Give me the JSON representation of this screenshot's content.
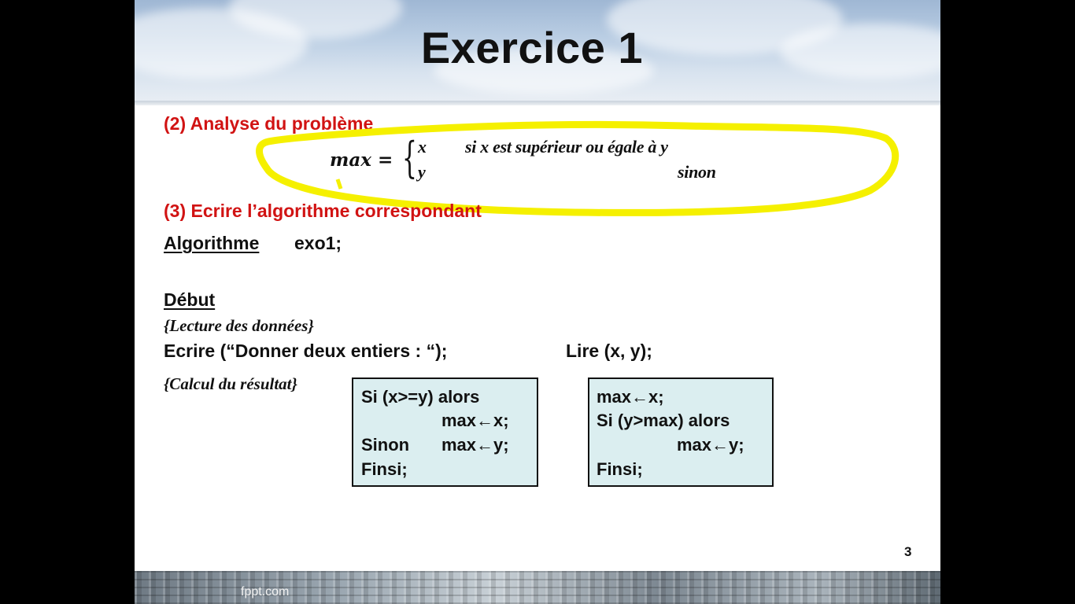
{
  "slide": {
    "title": "Exercice 1",
    "section2_heading": "(2) Analyse du problème",
    "formula": {
      "lhs": "max =",
      "case1_value": "x",
      "case1_condition": "si x est supérieur ou égale à y",
      "case2_value": "y",
      "case2_condition": "sinon"
    },
    "section3_heading": "(3) Ecrire l’algorithme correspondant",
    "algo_keyword": "Algorithme",
    "algo_name": "exo1;",
    "debut": "Début",
    "comment_lecture": "{Lecture des données}",
    "ecrire_stmt": "Ecrire (“Donner deux entiers : “);",
    "lire_stmt": "Lire (x, y);",
    "comment_calcul": "{Calcul du résultat}",
    "box1": {
      "line1": "Si (x>=y) alors",
      "line2": "max←x;",
      "line3a": "Sinon",
      "line3b": "max←y;",
      "line4": "Finsi;"
    },
    "box2": {
      "line1": "max←x;",
      "line2": "Si (y>max) alors",
      "line3": "max←y;",
      "line4": "Finsi;"
    },
    "page_number": "3",
    "footer": "fppt.com"
  },
  "colors": {
    "heading_red": "#d11313",
    "highlight_yellow": "#f5f000",
    "code_box_bg": "#dbeef0"
  }
}
